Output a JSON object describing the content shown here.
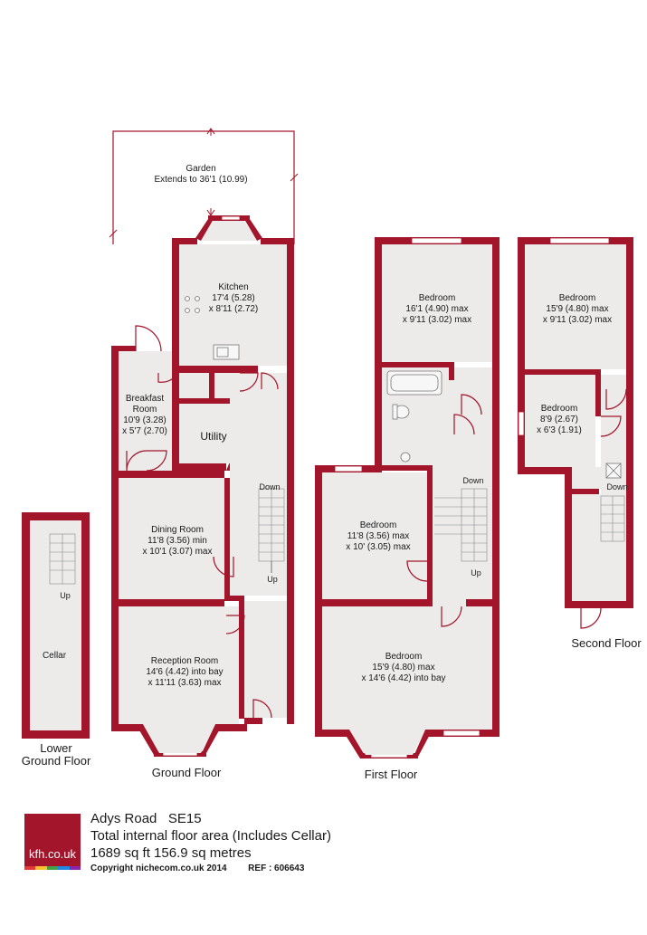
{
  "garden": {
    "name": "Garden",
    "dims": "Extends to 36'1 (10.99)"
  },
  "ground_floor": {
    "label": "Ground Floor",
    "kitchen": {
      "name": "Kitchen",
      "d1": "17'4 (5.28)",
      "d2": "x 8'11 (2.72)"
    },
    "breakfast": {
      "name1": "Breakfast",
      "name2": "Room",
      "d1": "10'9 (3.28)",
      "d2": "x 5'7 (2.70)"
    },
    "utility": {
      "name": "Utility"
    },
    "dining": {
      "name": "Dining Room",
      "d1": "11'8 (3.56) min",
      "d2": "x 10'1 (3.07) max"
    },
    "reception": {
      "name": "Reception Room",
      "d1": "14'6 (4.42) into bay",
      "d2": "x 11'11 (3.63) max"
    },
    "stairs_down": "Down",
    "stairs_up": "Up"
  },
  "lower_ground": {
    "label1": "Lower",
    "label2": "Ground Floor",
    "cellar": {
      "name": "Cellar"
    },
    "stairs_up": "Up"
  },
  "first_floor": {
    "label": "First Floor",
    "bed_rear": {
      "name": "Bedroom",
      "d1": "16'1 (4.90) max",
      "d2": "x 9'11 (3.02) max"
    },
    "bed_mid": {
      "name": "Bedroom",
      "d1": "11'8 (3.56) max",
      "d2": "x 10' (3.05) max"
    },
    "bed_front": {
      "name": "Bedroom",
      "d1": "15'9 (4.80) max",
      "d2": "x 14'6 (4.42) into bay"
    },
    "stairs_down": "Down",
    "stairs_up": "Up"
  },
  "second_floor": {
    "label": "Second Floor",
    "bed_large": {
      "name": "Bedroom",
      "d1": "15'9 (4.80) max",
      "d2": "x 9'11 (3.02) max"
    },
    "bed_small": {
      "name": "Bedroom",
      "d1": "8'9 (2.67)",
      "d2": "x 6'3 (1.91)"
    },
    "stairs_down": "Down"
  },
  "footer": {
    "logo_text": "kfh.co.uk",
    "address": "Adys Road   SE15",
    "area_title": "Total internal floor area (Includes Cellar)",
    "area_value": "1689 sq ft 156.9 sq metres",
    "copyright": "Copyright nichecom.co.uk 2014",
    "ref": "REF : 606643"
  },
  "colors": {
    "wall": "#a3152a",
    "room_fill": "#ecebea",
    "logo_bar": [
      "#e53935",
      "#fbc02d",
      "#43a047",
      "#1e88e5",
      "#8e24aa"
    ]
  }
}
